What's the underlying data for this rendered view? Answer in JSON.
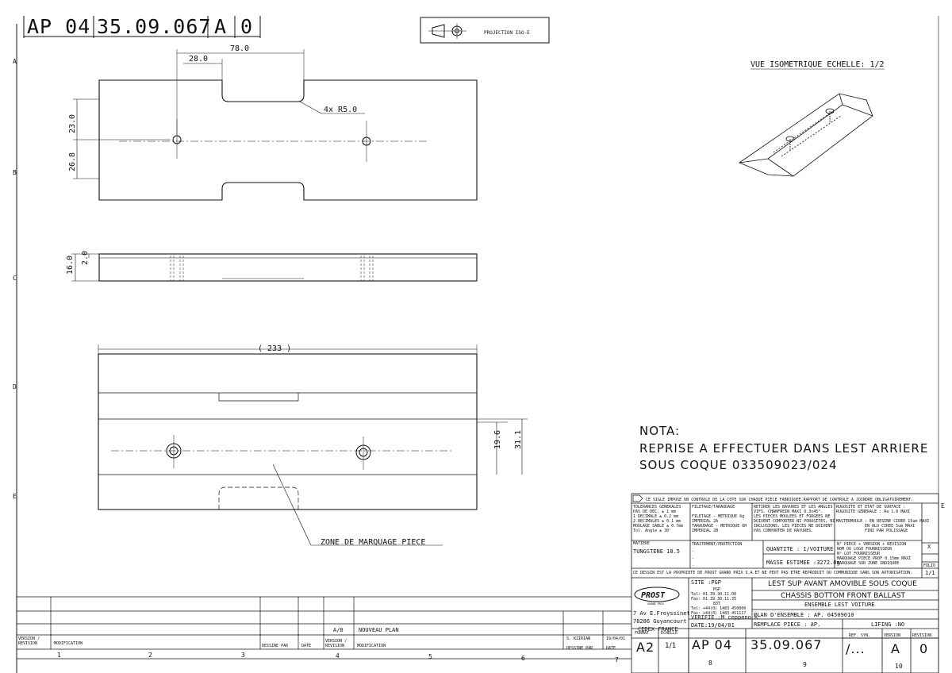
{
  "header": {
    "ref_prefix": "AP 04",
    "ref_number": "35.09.067",
    "ref_version": "A",
    "ref_revision": "0",
    "projection": "PROJECTION ISO-E"
  },
  "iso_view_title": "VUE ISOMETRIQUE ECHELLE: 1/2",
  "dimensions": {
    "d78": "78.0",
    "d28": "28.0",
    "radius": "4x R5.0",
    "d23": "23.0",
    "d26": "26.8",
    "d16": "16.0",
    "d2": "2.0",
    "d233": "( 233 )",
    "d19": "19.6",
    "d31": "31.1"
  },
  "marking_zone": "ZONE DE MARQUAGE PIECE",
  "nota": {
    "title": "NOTA:",
    "line1": "REPRISE A EFFECTUER DANS LEST ARRIERE",
    "line2": "SOUS COQUE 033509023/024"
  },
  "border_letters": [
    "A",
    "B",
    "C",
    "D",
    "E"
  ],
  "border_numbers": [
    "1",
    "2",
    "3",
    "4",
    "5",
    "6",
    "7",
    "8",
    "9",
    "10"
  ],
  "title_block": {
    "control_note": "CE SIGLE IMPOSE UN CONTROLE DE LA COTE SUR CHAQUE PIECE FABRIQUEE.RAPPORT DE CONTROLE A JOINDRE OBLIGATOIREMENT.",
    "tolerances_title": "TOLERANCES GENERALES",
    "tolerances": [
      "PAS DE DEC.   ± 1   mm",
      "1 DECIMALE    ± 0.2 mm",
      "2 DECIMALES   ± 0.1 mm",
      "MOULAGE SABLE ± 0.7mm",
      "Tol. Angle    ± 30'"
    ],
    "threading_title": "FILETAGE/TARAUDAGE",
    "threading": [
      "FILETAGE  - METRIQUE 6g",
      "          IMPERIAL 2A",
      "TARAUDAGE - METRIQUE 6H",
      "          IMPERIAL 2B"
    ],
    "burrs_note": [
      "RETIRER LES BAVURES ET LES ANGLES",
      "VIFS. CHANFREIN MAXI 0.3x45°.",
      "LES PIECES MOULEES ET FORGEES NE",
      "DOIVENT COMPORTER NI POROSITES, NI",
      "INCLUSIONS. LES PIECES NE DOIVENT",
      "PAS COMPORTER DE RAYURES."
    ],
    "roughness_title": "RUGOSITE ET ETAT DE SURFACE :",
    "roughness": "RUGOSITE GENERALE : Ra 1.6 MAXI",
    "masterbox": [
      "MASTERMOULE : EN RESINE CIREE 15um MAXI",
      "EN ALU CIREE 5um MAXI",
      "FINI PAR POLISSAGE"
    ],
    "matiere_label": "MATIERE",
    "matiere": "TUNGSTENE 18.5",
    "traitement_label": "TRAITEMENT/PROTECTION",
    "traitement_lines": [
      "-",
      "-",
      "-"
    ],
    "quantite": "QUANTITE :  1/VOITURE",
    "masse": "MASSE ESTIMEE :3272.0g",
    "piece_marking": [
      "N° PIECE + VERSION + REVISION",
      "NOM OU LOGO FOURNISSEUR",
      "N° LOT FOURNISSEUR",
      "MARQUAGE PIECE PROF 0.15mm MAXI",
      "MARQUAGE SUR ZONE INDIQUEE"
    ],
    "piece_mark_x": "X",
    "folio_label": "FOLIO",
    "folio": "1/1",
    "ownership": "CE DESSIN EST LA PROPRIETE DE PROST GRAND PRIX S.A.ET NE PEUT PAS ETRE REPRODUIT OU COMMUNIQUE SANS SON AUTORISATION.",
    "site": "SITE :PGP",
    "logo": "PROST",
    "logo_sub": "GRAND PRIX",
    "pgp_lines": [
      "PGP",
      "Tel: 01.39.30.11.00",
      "Fax: 01.39.30.11.35",
      "B3T",
      "Tel: +44(0) 1483 450000",
      "Fax: +44(0) 1483 451117"
    ],
    "address": [
      "7 Av E.Freyssinet",
      "78286 Guyancourt",
      "CEDEX FRANCE"
    ],
    "verifie": "VERIFIE :M ceppeno K",
    "date_label": "DATE:19/04/01",
    "title_fr": "LEST SUP AVANT AMOVIBLE SOUS COQUE",
    "title_en": "CHASSIS BOTTOM FRONT BALLAST",
    "ensemble": "ENSEMBLE LEST VOITURE",
    "plan_ensemble": "PLAN D'ENSEMBLE : AP. 04509010",
    "remplace": "REMPLACE PIECE  : AP.",
    "lifing": "LIFING :NO",
    "format_label": "FORMAT",
    "format": "A2",
    "echelle_label": "ECHELLE",
    "echelle": "1/1",
    "ref_syn_label": "REF. SYN.",
    "ref_syn": "/...",
    "version_label": "VERSION",
    "revision_label": "REVISION",
    "version": "A",
    "revision": "0"
  },
  "revision_table": {
    "row": {
      "version": "A/0",
      "modification": "NOUVEAU PLAN",
      "dessine": "S. KZIRIAN",
      "date": "19/04/01"
    },
    "labels": {
      "version": "VERSION / REVISION",
      "modification": "MODIFICATION",
      "dessine": "DESSINE PAR",
      "date": "DATE",
      "version2": "VERSION / REVISION",
      "modification2": "MODIFICATION",
      "dessine2": "DESSINE PAR",
      "date2": "DATE"
    }
  }
}
